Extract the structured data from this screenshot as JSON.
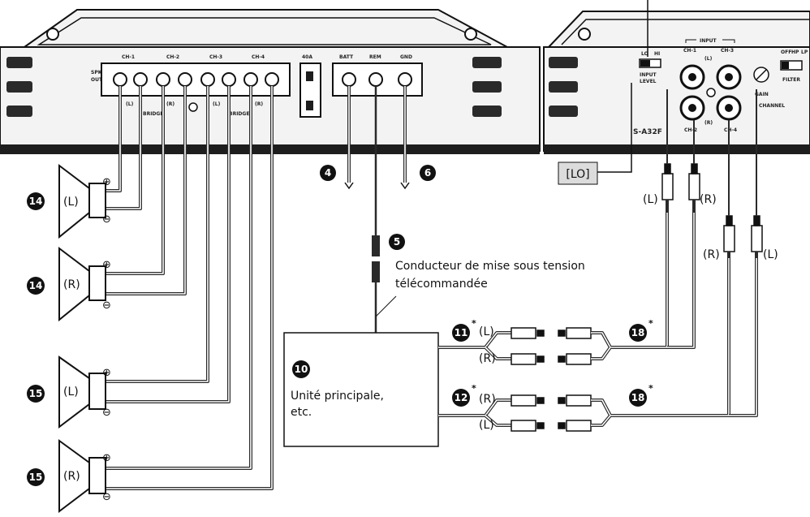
{
  "amplifier": {
    "spk_out": [
      "SPK",
      "OUT"
    ],
    "channels": [
      "CH-1",
      "CH-2",
      "CH-3",
      "CH-4"
    ],
    "bridge_labels": [
      "(L)",
      "BRIDGE",
      "(R)",
      "(L)",
      "BRIDGE",
      "(R)"
    ],
    "fuse": "40A",
    "power_terminals": [
      "BATT",
      "REM",
      "GND"
    ]
  },
  "amp_right": {
    "input_header": "INPUT",
    "input_channels": [
      "CH-1",
      "(L)",
      "CH-3",
      "CH-2",
      "(R)",
      "CH-4"
    ],
    "input_level": [
      "INPUT",
      "LEVEL"
    ],
    "switch_marks": [
      "LO",
      "HI"
    ],
    "gain": "GAIN",
    "filter": "FILTER",
    "filter_marks": [
      "OFF",
      "HP",
      "LP"
    ],
    "channel_label": "CHANNEL",
    "model": "S-A32F"
  },
  "callouts": {
    "lo_box": "[LO]",
    "remote_lead": [
      "Conducteur de mise sous tension",
      "télécommandée"
    ],
    "head_unit": [
      "Unité principale,",
      "etc."
    ]
  },
  "badges": [
    "14",
    "14",
    "15",
    "15",
    "4",
    "6",
    "5",
    "10",
    "11",
    "12",
    "18",
    "18"
  ],
  "asterisk": "*",
  "speaker_channels": [
    "(L)",
    "(R)",
    "(L)",
    "(R)"
  ],
  "polarity": [
    "⊕",
    "⊖"
  ],
  "rca_labels": [
    "(L)",
    "(R)",
    "(R)",
    "(L)",
    "(L)",
    "(R)",
    "(R)",
    "(L)"
  ]
}
